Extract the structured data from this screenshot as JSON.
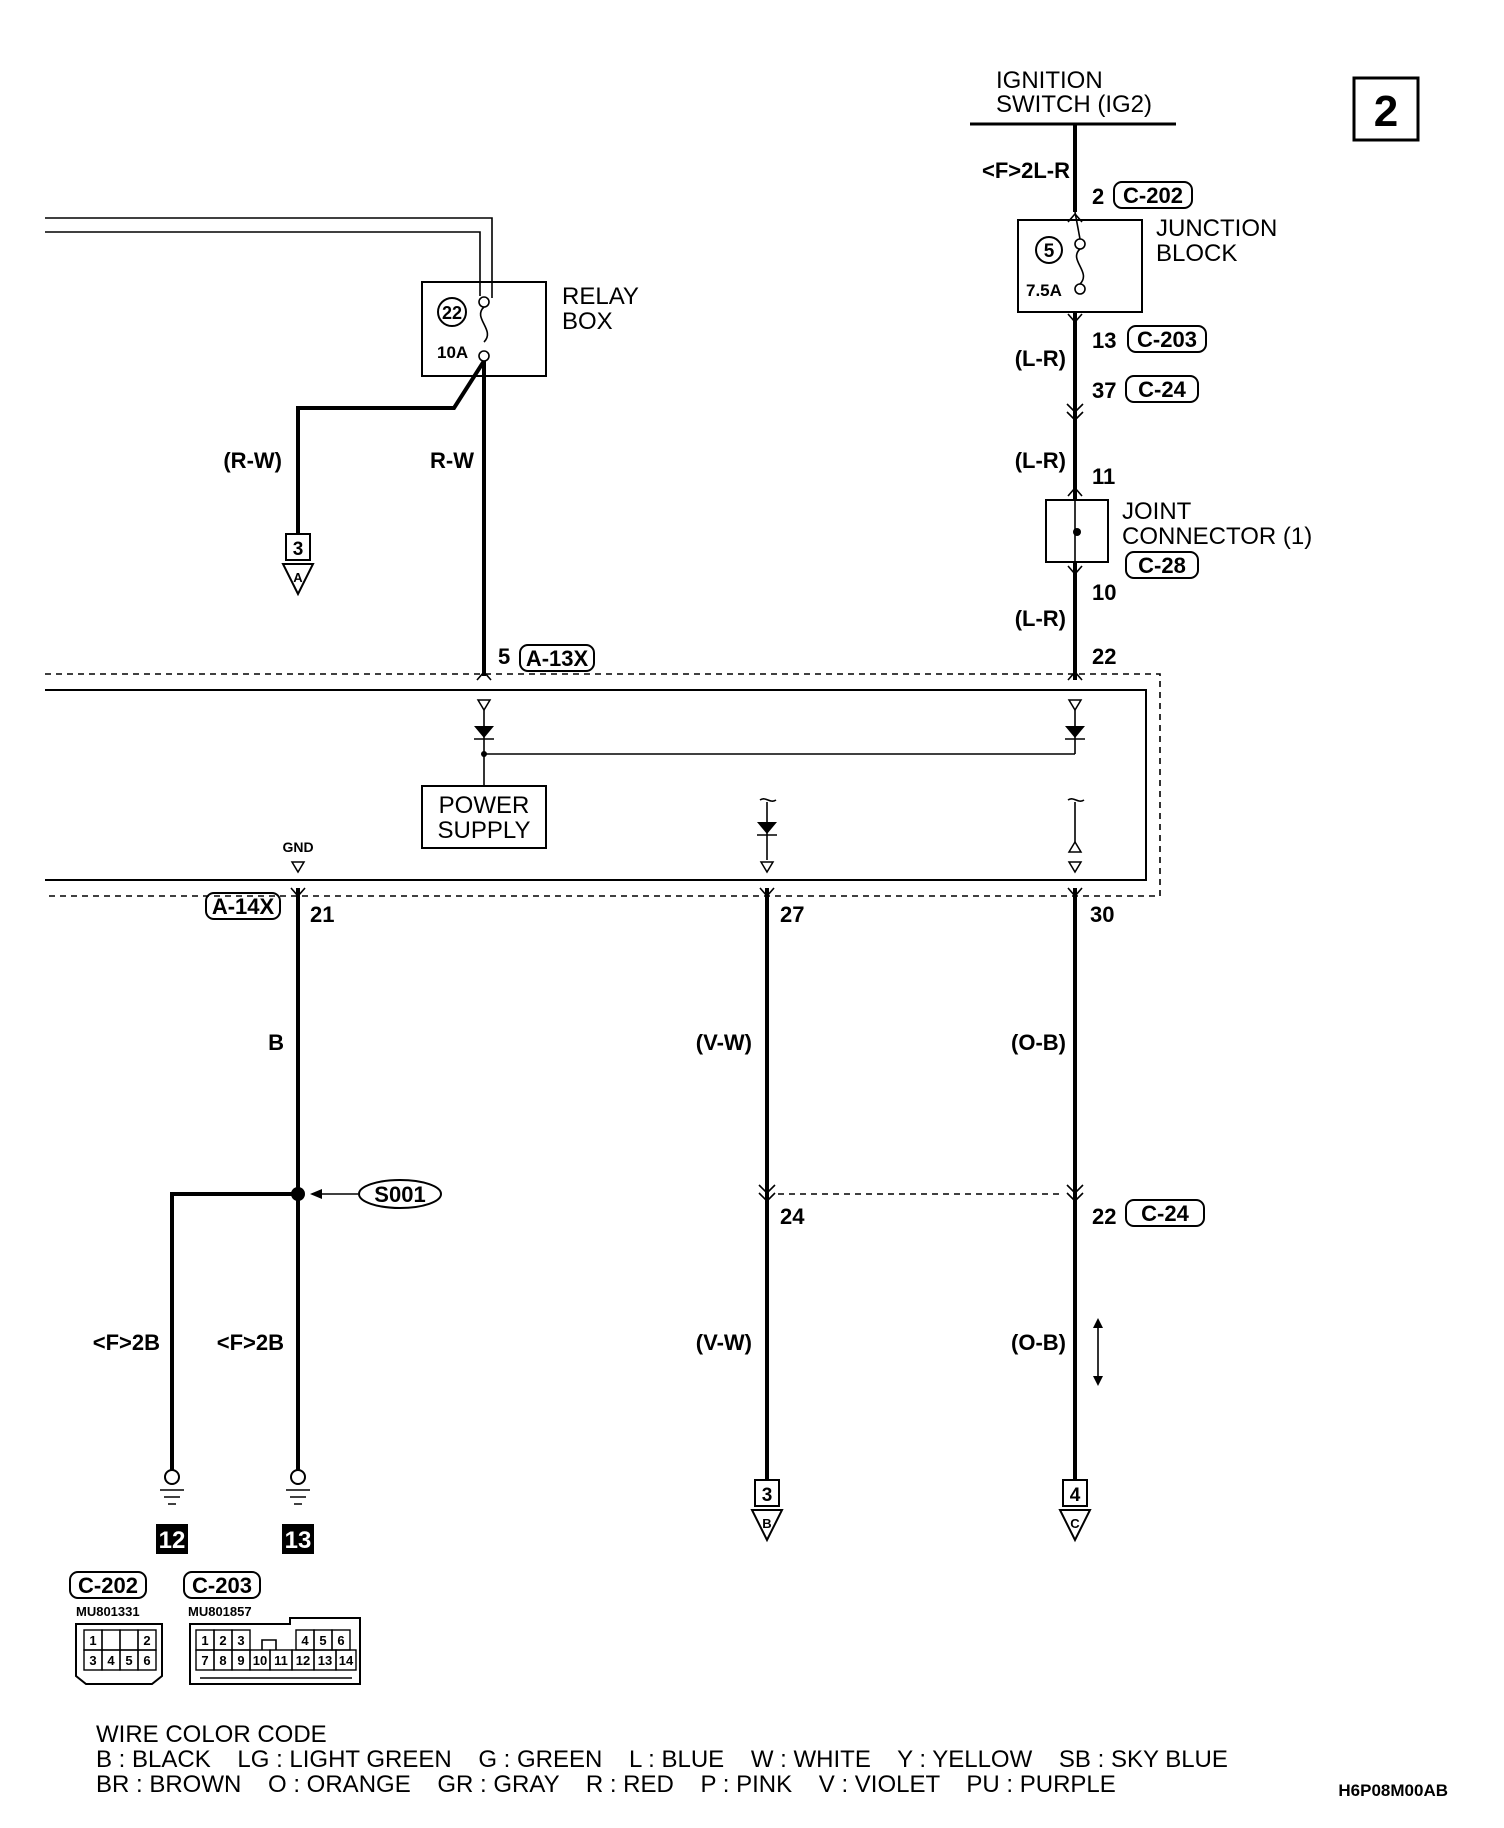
{
  "page_number": "2",
  "ignition_switch": {
    "line1": "IGNITION",
    "line2": "SWITCH (IG2)"
  },
  "ig_wire_label": "<F>2L-R",
  "c202_pin": "2",
  "c202": "C-202",
  "junction_block": {
    "line1": "JUNCTION",
    "line2": "BLOCK",
    "fuse_no": "5",
    "fuse_rating": "7.5A"
  },
  "c203_pin": "13",
  "c203": "C-203",
  "lr_label_1": "(L-R)",
  "c24_pin_37": "37",
  "c24": "C-24",
  "lr_label_2": "(L-R)",
  "jc_pin_in": "11",
  "joint_connector": {
    "line1": "JOINT",
    "line2": "CONNECTOR (1)",
    "connector": "C-28"
  },
  "jc_pin_out": "10",
  "lr_label_3": "(L-R)",
  "pin_22_top": "22",
  "relay_box": {
    "line1": "RELAY",
    "line2": "BOX",
    "fuse_no": "22",
    "fuse_rating": "10A"
  },
  "rw_label_left": "(R-W)",
  "rw_label_right": "R-W",
  "ref_a": {
    "num": "3",
    "letter": "A"
  },
  "pin_5": "5",
  "a13x": "A-13X",
  "power_supply": {
    "line1": "POWER",
    "line2": "SUPPLY"
  },
  "gnd": "GND",
  "a14x": "A-14X",
  "pin_21": "21",
  "pin_27": "27",
  "pin_30": "30",
  "b_label": "B",
  "vw_label_1": "(V-W)",
  "ob_label_1": "(O-B)",
  "splice": "S001",
  "pin_24": "24",
  "pin_22_bottom": "22",
  "c24_bottom": "C-24",
  "f2b_left": "<F>2B",
  "f2b_right": "<F>2B",
  "vw_label_2": "(V-W)",
  "ob_label_2": "(O-B)",
  "ground_12": "12",
  "ground_13": "13",
  "ref_b": {
    "num": "3",
    "letter": "B"
  },
  "ref_c": {
    "num": "4",
    "letter": "C"
  },
  "conn_c202": {
    "name": "C-202",
    "part": "MU801331",
    "row1": [
      "1",
      "",
      "",
      "2"
    ],
    "row2": [
      "3",
      "4",
      "5",
      "6"
    ]
  },
  "conn_c203": {
    "name": "C-203",
    "part": "MU801857",
    "row1": [
      "1",
      "2",
      "3",
      "",
      "",
      "4",
      "5",
      "6"
    ],
    "row2": [
      "7",
      "8",
      "9",
      "10",
      "11",
      "12",
      "13",
      "14"
    ]
  },
  "wire_color_code": {
    "title": "WIRE COLOR CODE",
    "row1": "B : BLACK    LG : LIGHT GREEN    G : GREEN    L : BLUE    W : WHITE    Y : YELLOW    SB : SKY BLUE",
    "row2": "BR : BROWN    O : ORANGE    GR : GRAY    R : RED    P : PINK    V : VIOLET    PU : PURPLE"
  },
  "diagram_code": "H6P08M00AB"
}
